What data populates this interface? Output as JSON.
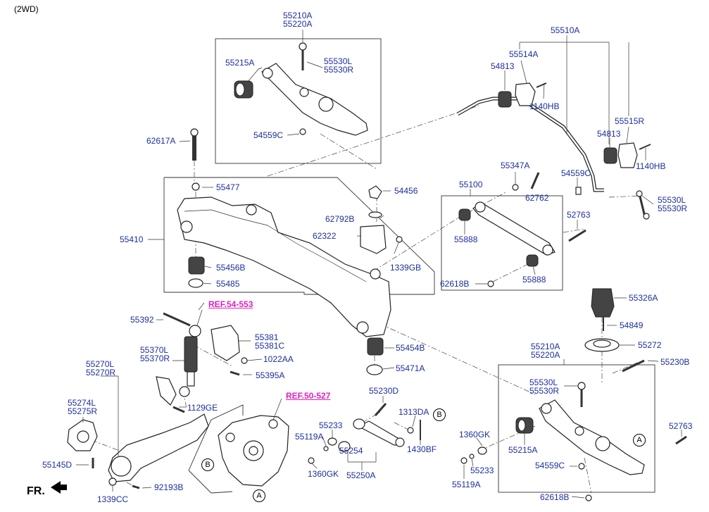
{
  "header": {
    "variant": "(2WD)",
    "front_label": "FR."
  },
  "refs": {
    "ref1": "REF.54-553",
    "ref2": "REF.50-527"
  },
  "circles": {
    "a": "A",
    "b": "B"
  },
  "parts": {
    "p55210A_top": "55210A",
    "p55220A_top": "55220A",
    "p55215A_top": "55215A",
    "p55530L_top": "55530L",
    "p55530R_top": "55530R",
    "p54559C_top": "54559C",
    "p62617A": "62617A",
    "p55477": "55477",
    "p54456": "54456",
    "p62792B": "62792B",
    "p62322": "62322",
    "p1339GB": "1339GB",
    "p55410": "55410",
    "p55456B": "55456B",
    "p55485": "55485",
    "p55510A": "55510A",
    "p55514A": "55514A",
    "p54813_a": "54813",
    "p1140HB_a": "1140HB",
    "p55515R": "55515R",
    "p54813_b": "54813",
    "p1140HB_b": "1140HB",
    "p55347A": "55347A",
    "p55100": "55100",
    "p62762": "62762",
    "p54559C_right": "54559C",
    "p55530L_right": "55530L",
    "p55530R_right": "55530R",
    "p52763_a": "52763",
    "p55888_a": "55888",
    "p55888_b": "55888",
    "p62618B_a": "62618B",
    "p55326A": "55326A",
    "p54849": "54849",
    "p55272": "55272",
    "p55230B": "55230B",
    "p55210A_bot": "55210A",
    "p55220A_bot": "55220A",
    "p55530L_bot": "55530L",
    "p55530R_bot": "55530R",
    "p55215A_bot": "55215A",
    "p54559C_bot": "54559C",
    "p52763_b": "52763",
    "p62618B_b": "62618B",
    "p1360GK_r": "1360GK",
    "p55233_r": "55233",
    "p55119A_r": "55119A",
    "p55392": "55392",
    "p55381": "55381",
    "p55381C": "55381C",
    "p1022AA": "1022AA",
    "p55370L": "55370L",
    "p55370R": "55370R",
    "p55395A": "55395A",
    "p55454B": "55454B",
    "p55471A": "55471A",
    "p55230D": "55230D",
    "p1129GE": "1129GE",
    "p55270L": "55270L",
    "p55270R": "55270R",
    "p55274L": "55274L",
    "p55275R": "55275R",
    "p55145D": "55145D",
    "p1339CC": "1339CC",
    "p92193B": "92193B",
    "p55233_l": "55233",
    "p55119A_l": "55119A",
    "p55254": "55254",
    "p1360GK_l": "1360GK",
    "p55250A": "55250A",
    "p1313DA": "1313DA",
    "p1430BF": "1430BF"
  }
}
